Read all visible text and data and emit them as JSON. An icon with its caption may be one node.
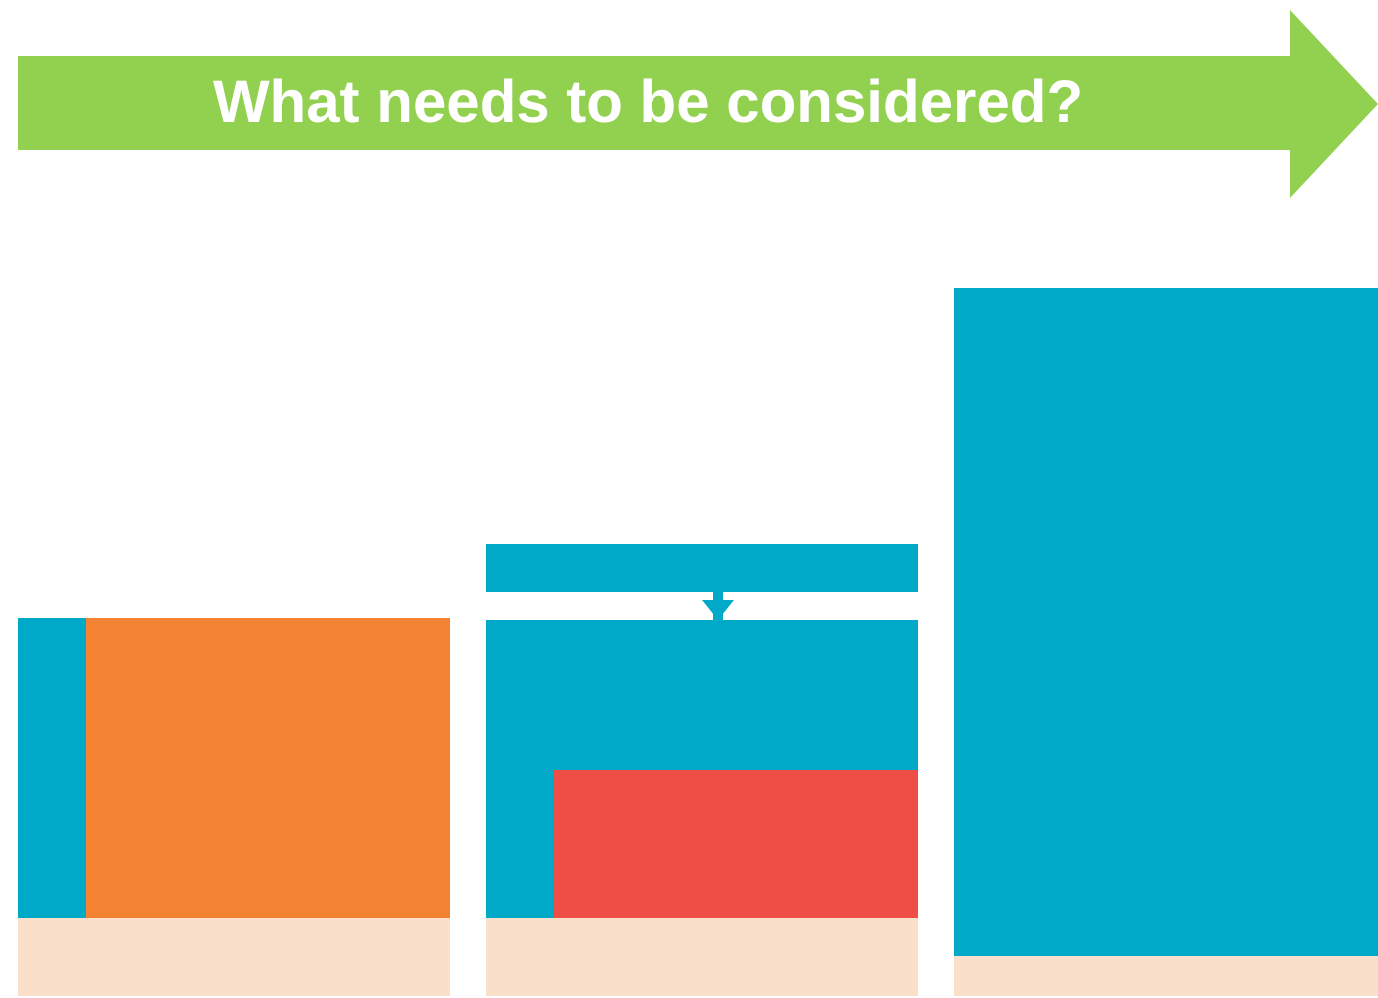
{
  "diagram": {
    "nodes": [
      {
        "text": [
          "What needs to be considered?"
        ]
      },
      {
        "text": [],
        "shape": "box"
      },
      {
        "text": [],
        "shape": "box"
      },
      {
        "text": [],
        "shape": "box"
      },
      {
        "text": [],
        "shape": "box"
      },
      {
        "text": [],
        "shape": "box"
      },
      {
        "text": [],
        "shape": "box",
        "in": 5
      },
      {
        "text": [],
        "shape": "box"
      },
      {
        "text": [],
        "shape": "box"
      },
      {
        "text": [],
        "shape": "box"
      }
    ],
    "edges": [
      {
        "from": 4,
        "to": 5,
        "arrow": "to"
      }
    ]
  }
}
